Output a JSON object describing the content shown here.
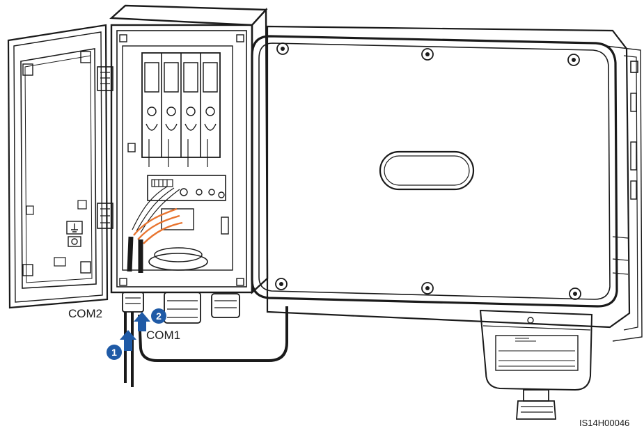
{
  "labels": {
    "com2": "COM2",
    "com1": "COM1",
    "step1": "1",
    "step2": "2",
    "figure_id": "IS14H00046"
  },
  "colors": {
    "step_badge": "#1f5aa6",
    "arrow": "#1f5aa6",
    "cable_orange": "#e8742f",
    "ink": "#1a1a1a"
  },
  "icons": {
    "door": "open-door",
    "enclosure": "maintenance-compartment",
    "inverter": "inverter-body",
    "cable": "communication-cable"
  }
}
